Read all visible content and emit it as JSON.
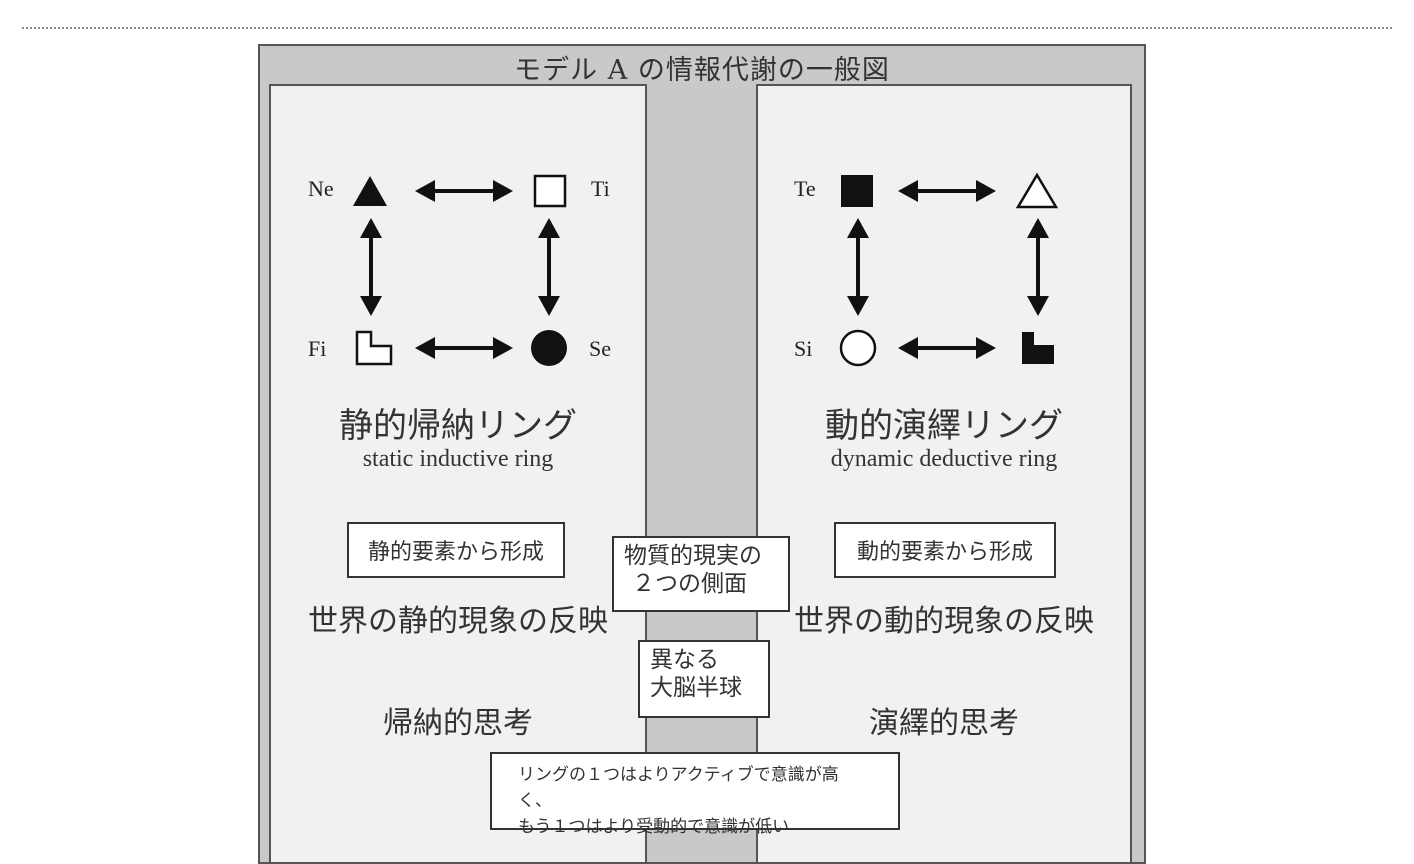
{
  "title": "モデル A の情報代謝の一般図",
  "left_ring": {
    "functions": {
      "top_left": "Ne",
      "top_right": "Ti",
      "bottom_left": "Fi",
      "bottom_right": "Se"
    },
    "name_ja": "静的帰納リング",
    "name_en": "static inductive ring",
    "formed_from": "静的要素から形成",
    "reflection": "世界の静的現象の反映",
    "thinking": "帰納的思考"
  },
  "right_ring": {
    "functions": {
      "top_left": "Te",
      "bottom_left": "Si"
    },
    "name_ja": "動的演繹リング",
    "name_en": "dynamic deductive ring",
    "formed_from": "動的要素から形成",
    "reflection": "世界の動的現象の反映",
    "thinking": "演繹的思考"
  },
  "center": {
    "aspects_line1": "物質的現実の",
    "aspects_line2": "２つの側面",
    "hemispheres_line1": "異なる",
    "hemispheres_line2": "大脳半球"
  },
  "bottom_note": {
    "line1": "リングの１つはよりアクティブで意識が高く、",
    "line2": "もう１つはより受動的で意識が低い"
  },
  "icons": {
    "Ne": "filled-triangle-icon",
    "Ti": "hollow-square-icon",
    "Fi": "hollow-l-shape-icon",
    "Se": "filled-circle-icon",
    "Te": "filled-square-icon",
    "top_right_right": "hollow-triangle-icon",
    "Si": "hollow-circle-icon",
    "bottom_right_right": "filled-l-shape-icon"
  }
}
